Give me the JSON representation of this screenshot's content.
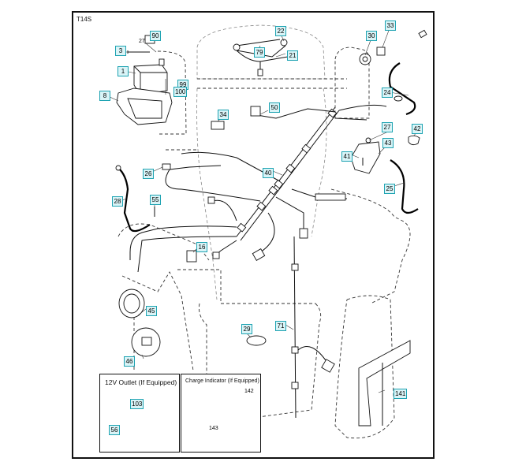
{
  "diagram": {
    "code": "T14S",
    "type": "electrical wiring parts diagram"
  },
  "callouts": [
    {
      "id": "c90",
      "label": "90"
    },
    {
      "id": "c3",
      "label": "3"
    },
    {
      "id": "c1",
      "label": "1"
    },
    {
      "id": "c8",
      "label": "8"
    },
    {
      "id": "c99",
      "label": "99"
    },
    {
      "id": "c100",
      "label": "100"
    },
    {
      "id": "c22",
      "label": "22"
    },
    {
      "id": "c79",
      "label": "79"
    },
    {
      "id": "c21",
      "label": "21"
    },
    {
      "id": "c30",
      "label": "30"
    },
    {
      "id": "c33",
      "label": "33"
    },
    {
      "id": "c24",
      "label": "24"
    },
    {
      "id": "c34",
      "label": "34"
    },
    {
      "id": "c50",
      "label": "50"
    },
    {
      "id": "c27b",
      "label": "27"
    },
    {
      "id": "c42",
      "label": "42"
    },
    {
      "id": "c43",
      "label": "43"
    },
    {
      "id": "c41",
      "label": "41"
    },
    {
      "id": "c25",
      "label": "25"
    },
    {
      "id": "c40",
      "label": "40"
    },
    {
      "id": "c26",
      "label": "26"
    },
    {
      "id": "c28",
      "label": "28"
    },
    {
      "id": "c55",
      "label": "55"
    },
    {
      "id": "c16",
      "label": "16"
    },
    {
      "id": "c45",
      "label": "45"
    },
    {
      "id": "c46",
      "label": "46"
    },
    {
      "id": "c71",
      "label": "71"
    },
    {
      "id": "c29",
      "label": "29"
    },
    {
      "id": "c141",
      "label": "141"
    },
    {
      "id": "c103",
      "label": "103"
    },
    {
      "id": "c56",
      "label": "56"
    }
  ],
  "plain_labels": {
    "screw_27": "27",
    "indicator_142": "142",
    "indicator_143": "143"
  },
  "insets": {
    "outlet": {
      "title": "12V Outlet (If Equipped)"
    },
    "charge": {
      "title": "Charge Indicator (If Equipped)"
    }
  },
  "colors": {
    "callout_border": "#1ea3b2",
    "callout_fill": "#d9f4f7",
    "line": "#111111"
  }
}
